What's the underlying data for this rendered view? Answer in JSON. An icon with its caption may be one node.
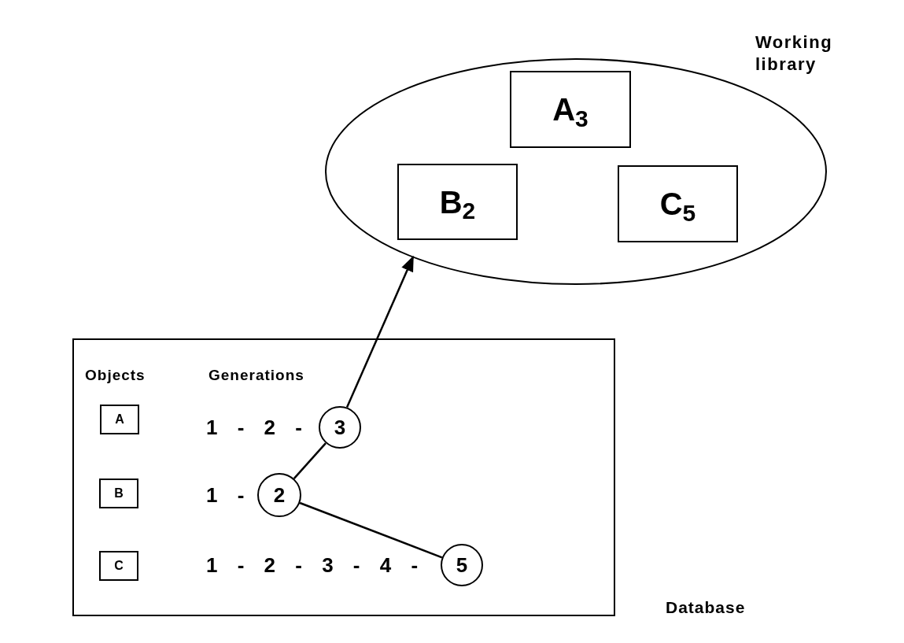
{
  "diagram": {
    "nodes": [
      {
        "text": [
          "Working library"
        ]
      },
      {
        "text": [
          "A$_{3}$"
        ],
        "in": 0
      },
      {
        "text": [
          "B$_{2}$"
        ],
        "in": 0
      },
      {
        "text": [
          "C$_{5}$"
        ],
        "in": 0
      },
      {
        "text": [
          "Objects",
          "Generations"
        ]
      },
      {
        "text": [
          "A"
        ],
        "in": 4
      },
      {
        "text": [
          "B"
        ],
        "in": 4
      },
      {
        "text": [
          "C"
        ],
        "in": 4
      },
      {
        "text": [
          "3"
        ],
        "in": 4
      },
      {
        "text": [
          "2"
        ],
        "in": 4
      },
      {
        "text": [
          "5"
        ],
        "in": 4
      }
    ],
    "edges": [
      {
        "from": 8,
        "to": 0,
        "arrow": "to"
      },
      {
        "from": 9,
        "to": 8,
        "arrow": "none"
      },
      {
        "from": 9,
        "to": 10,
        "arrow": "none"
      }
    ],
    "labels": [
      "1 - 2 -",
      "1 -",
      "1 - 2 - 3 - 4 -",
      "Database"
    ]
  }
}
